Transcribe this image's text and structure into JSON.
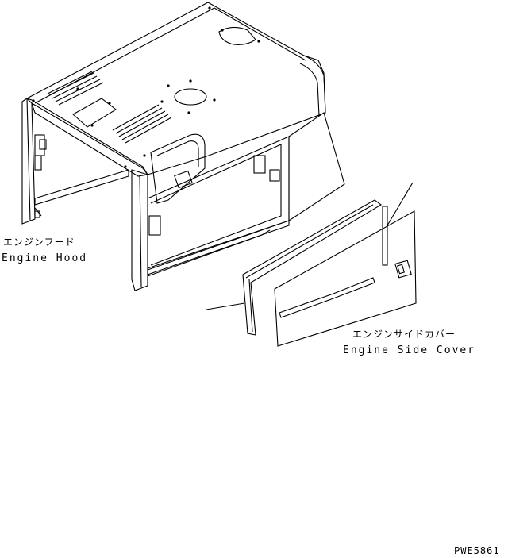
{
  "labels": {
    "engine_hood_jp": "エンジンフード",
    "engine_hood_en": "Engine Hood",
    "engine_side_cover_jp": "エンジンサイドカバー",
    "engine_side_cover_en": "Engine Side Cover",
    "drawing_code": "PWE5861"
  }
}
